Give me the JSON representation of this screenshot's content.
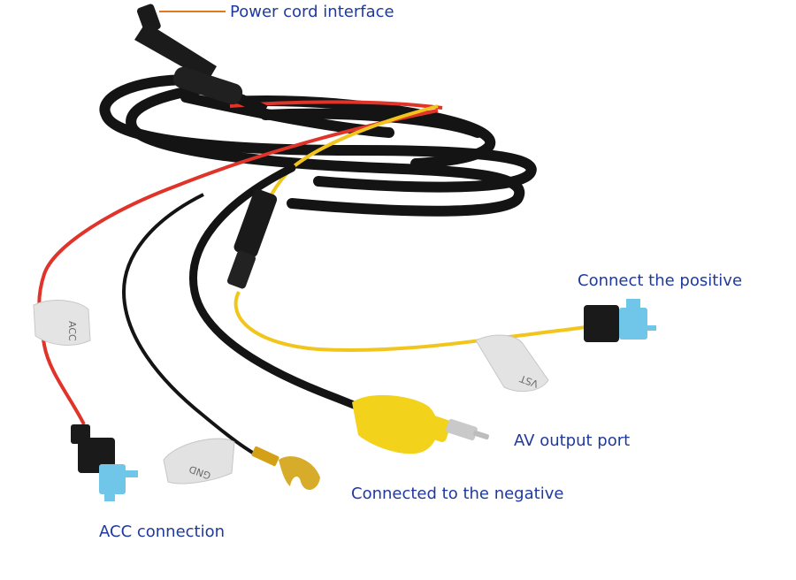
{
  "labels": {
    "power_cord": "Power cord interface",
    "connect_positive": "Connect the positive",
    "av_output": "AV output port",
    "connected_negative": "Connected to the negative",
    "acc_connection": "ACC connection"
  },
  "tags": {
    "acc_tag": "ACC",
    "gnd_tag": "GND",
    "tag_positive": "VST"
  },
  "colors": {
    "label_text": "#1f3a9e",
    "leader_line": "#e07a1e",
    "cable_black": "#141414",
    "wire_red": "#e0332a",
    "wire_yellow": "#f2c51c",
    "fuse_blue": "#6fc6e8",
    "rca_yellow": "#f3d21b"
  }
}
